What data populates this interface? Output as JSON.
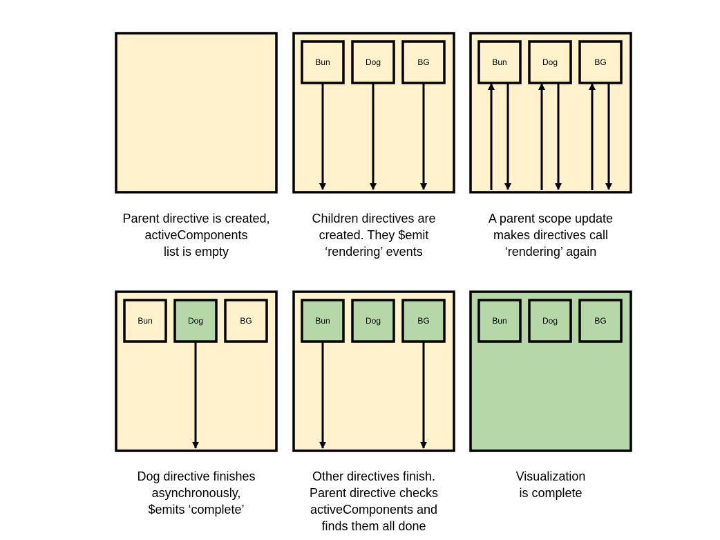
{
  "colors": {
    "pending": "#fff2cc",
    "done": "#b6d7a8",
    "stroke": "#000000"
  },
  "panels": [
    {
      "id": "panel-1",
      "bg": "pending",
      "children": [],
      "arrows": [],
      "caption": [
        "Parent directive is created,",
        "activeComponents",
        "list is empty"
      ]
    },
    {
      "id": "panel-2",
      "bg": "pending",
      "children": [
        {
          "label": "Bun",
          "state": "pending"
        },
        {
          "label": "Dog",
          "state": "pending"
        },
        {
          "label": "BG",
          "state": "pending"
        }
      ],
      "arrows": [
        {
          "child": 0,
          "direction": "down"
        },
        {
          "child": 1,
          "direction": "down"
        },
        {
          "child": 2,
          "direction": "down"
        }
      ],
      "caption": [
        "Children directives are",
        "created. They $emit",
        "‘rendering’ events"
      ]
    },
    {
      "id": "panel-3",
      "bg": "pending",
      "children": [
        {
          "label": "Bun",
          "state": "pending"
        },
        {
          "label": "Dog",
          "state": "pending"
        },
        {
          "label": "BG",
          "state": "pending"
        }
      ],
      "arrows": [
        {
          "child": 0,
          "direction": "up"
        },
        {
          "child": 0,
          "direction": "down"
        },
        {
          "child": 1,
          "direction": "up"
        },
        {
          "child": 1,
          "direction": "down"
        },
        {
          "child": 2,
          "direction": "up"
        },
        {
          "child": 2,
          "direction": "down"
        }
      ],
      "caption": [
        "A parent scope update",
        "makes directives call",
        "‘rendering’ again"
      ]
    },
    {
      "id": "panel-4",
      "bg": "pending",
      "children": [
        {
          "label": "Bun",
          "state": "pending"
        },
        {
          "label": "Dog",
          "state": "done"
        },
        {
          "label": "BG",
          "state": "pending"
        }
      ],
      "arrows": [
        {
          "child": 1,
          "direction": "down"
        }
      ],
      "caption": [
        "Dog directive finishes",
        "asynchronously,",
        "$emits ‘complete’"
      ]
    },
    {
      "id": "panel-5",
      "bg": "pending",
      "children": [
        {
          "label": "Bun",
          "state": "done"
        },
        {
          "label": "Dog",
          "state": "done"
        },
        {
          "label": "BG",
          "state": "done"
        }
      ],
      "arrows": [
        {
          "child": 0,
          "direction": "down"
        },
        {
          "child": 2,
          "direction": "down"
        }
      ],
      "caption": [
        "Other directives finish.",
        "Parent directive checks",
        "activeComponents and",
        "finds them all done"
      ]
    },
    {
      "id": "panel-6",
      "bg": "done",
      "children": [
        {
          "label": "Bun",
          "state": "done"
        },
        {
          "label": "Dog",
          "state": "done"
        },
        {
          "label": "BG",
          "state": "done"
        }
      ],
      "arrows": [],
      "caption": [
        "Visualization",
        "is complete"
      ]
    }
  ]
}
